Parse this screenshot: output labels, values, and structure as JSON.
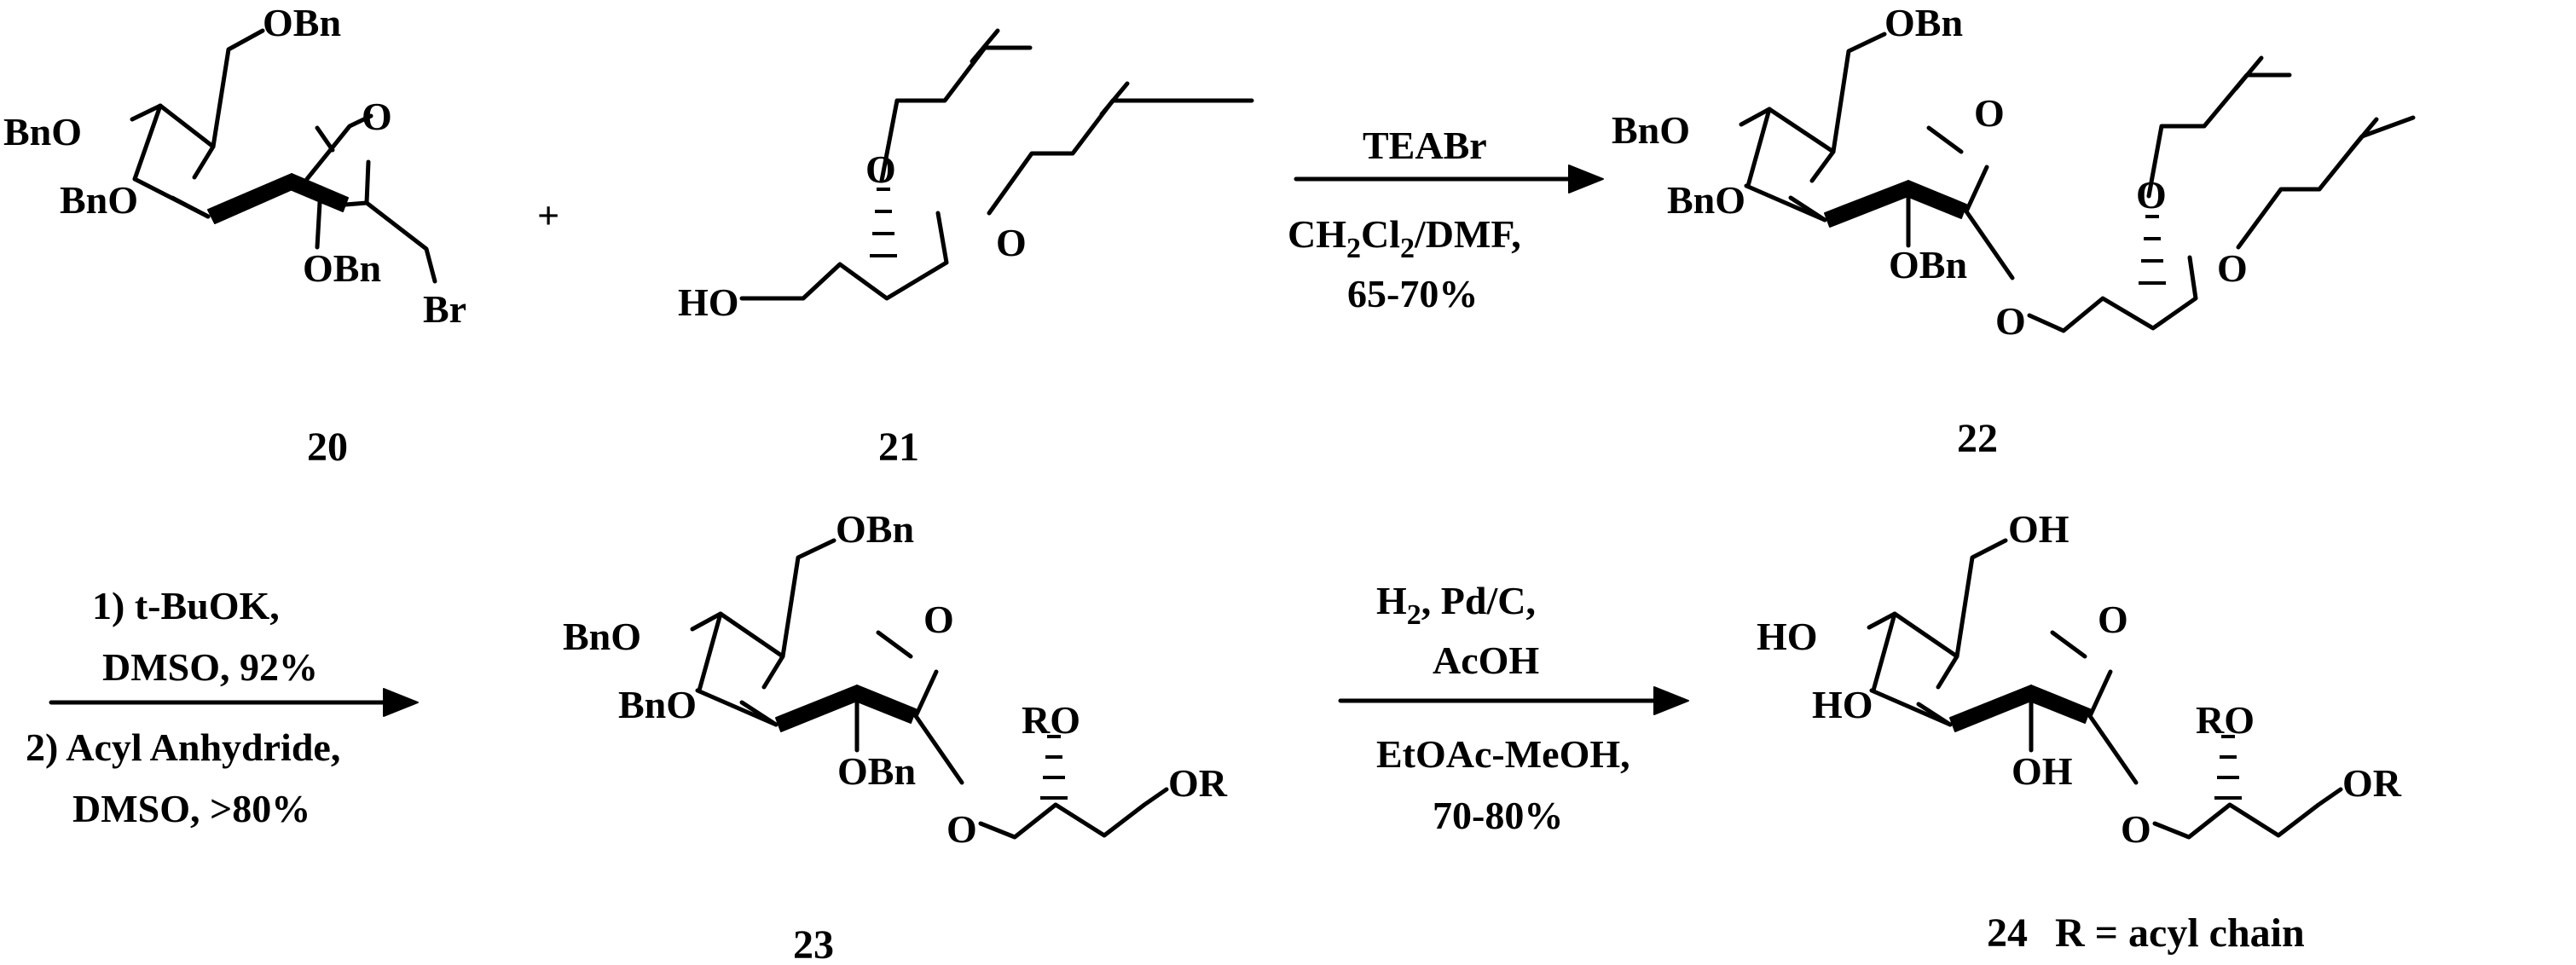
{
  "plus_sign": "+",
  "compounds": {
    "c20": {
      "number": "20",
      "labels": {
        "o6": "OBn",
        "o4": "BnO",
        "o3": "BnO",
        "o2": "OBn",
        "ring_o": "O",
        "x1": "Br"
      }
    },
    "c21": {
      "number": "21",
      "labels": {
        "ho": "HO",
        "o_a": "O",
        "o_b": "O"
      }
    },
    "c22": {
      "number": "22",
      "labels": {
        "o6": "OBn",
        "o4": "BnO",
        "o3": "BnO",
        "o2": "OBn",
        "ring_o": "O",
        "o1": "O",
        "o_a": "O",
        "o_b": "O"
      }
    },
    "c23": {
      "number": "23",
      "labels": {
        "o6": "OBn",
        "o4": "BnO",
        "o3": "BnO",
        "o2": "OBn",
        "ring_o": "O",
        "o1": "O",
        "ro": "RO",
        "or": "OR"
      }
    },
    "c24": {
      "number": "24",
      "r_note": "R = acyl chain",
      "labels": {
        "o6": "OH",
        "o4": "HO",
        "o3": "HO",
        "o2": "OH",
        "ring_o": "O",
        "o1": "O",
        "ro": "RO",
        "or": "OR"
      }
    }
  },
  "steps": {
    "step1": {
      "above": "TEABr",
      "below_1": "CH2Cl2/DMF,",
      "below_2": "65-70%"
    },
    "step2": {
      "above_1": "1) t-BuOK,",
      "above_2": "DMSO, 92%",
      "below_1": "2) Acyl Anhydride,",
      "below_2": "DMSO, >80%"
    },
    "step3": {
      "above_1": "H2, Pd/C,",
      "above_2": "AcOH",
      "below_1": "EtOAc-MeOH,",
      "below_2": "70-80%"
    }
  }
}
